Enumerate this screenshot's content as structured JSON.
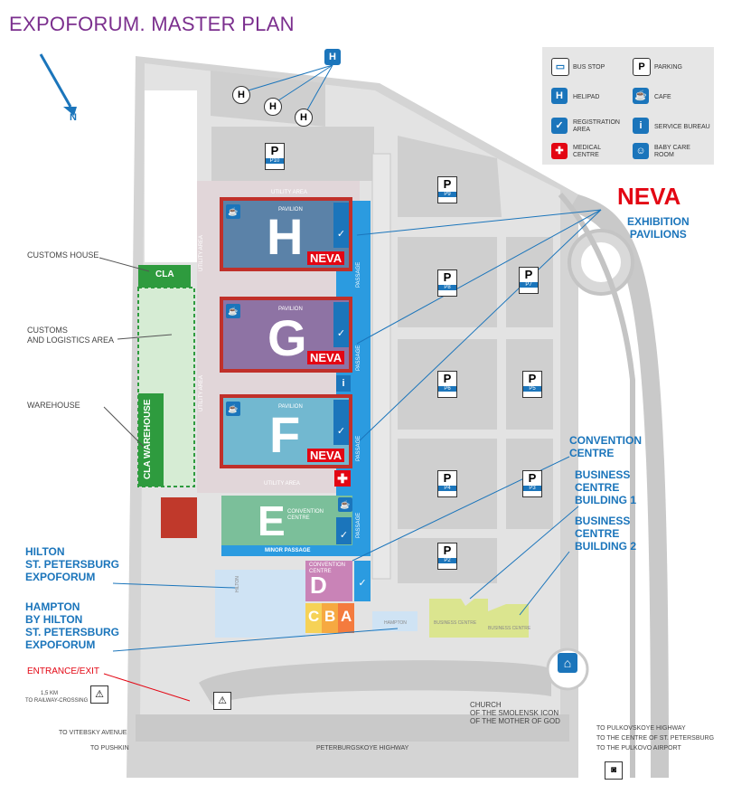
{
  "title": "EXPOFORUM. MASTER PLAN",
  "compass": {
    "letter": "N"
  },
  "legend": {
    "items": [
      {
        "icon": "bus-stop-icon",
        "label": "BUS STOP"
      },
      {
        "icon": "parking-icon",
        "glyph": "P",
        "label": "PARKING"
      },
      {
        "icon": "helipad-icon",
        "glyph": "H",
        "label": "HELIPAD"
      },
      {
        "icon": "cafe-icon",
        "label": "CAFE"
      },
      {
        "icon": "registration-icon",
        "glyph": "✓",
        "label1": "REGISTRATION",
        "label2": "AREA"
      },
      {
        "icon": "info-icon",
        "glyph": "i",
        "label": "SERVICE BUREAU"
      },
      {
        "icon": "medical-icon",
        "label1": "MEDICAL",
        "label2": "CENTRE"
      },
      {
        "icon": "baby-care-icon",
        "label1": "BABY CARE",
        "label2": "ROOM"
      }
    ]
  },
  "left_labels": {
    "customs_house": "CUSTOMS HOUSE",
    "customs_area_1": "CUSTOMS",
    "customs_area_2": "AND LOGISTICS AREA",
    "warehouse": "WAREHOUSE",
    "hilton_1": "HILTON",
    "hilton_2": "ST. PETERSBURG",
    "hilton_3": "EXPOFORUM",
    "hampton_1": "HAMPTON",
    "hampton_2": "BY HILTON",
    "hampton_3": "ST. PETERSBURG",
    "hampton_4": "EXPOFORUM",
    "entrance": "ENTRANCE/EXIT",
    "railway_km": "1,5 KM",
    "railway": "TO RAILWAY-CROSSING"
  },
  "right_labels": {
    "neva": "NEVA",
    "exhibition": "EXHIBITION",
    "pavilions": "PAVILIONS",
    "convention_1": "CONVENTION",
    "convention_2": "CENTRE",
    "bc1_1": "BUSINESS",
    "bc1_2": "CENTRE",
    "bc1_3": "BUILDING 1",
    "bc2_1": "BUSINESS",
    "bc2_2": "CENTRE",
    "bc2_3": "BUILDING 2",
    "church_1": "CHURCH",
    "church_2": "OF THE SMOLENSK ICON",
    "church_3": "OF THE MOTHER OF GOD"
  },
  "bottom_labels": {
    "vitebsky": "TO VITEBSKY AVENUE",
    "pushkin": "TO PUSHKIN",
    "highway": "PETERBURGSKOYE HIGHWAY",
    "pulkovskoye": "TO PULKOVSKOYE HIGHWAY",
    "centre": "TO THE CENTRE OF ST. PETERSBURG",
    "airport": "TO THE PULKOVO AIRPORT"
  },
  "map_text": {
    "utility_area": "UTILITY AREA",
    "passage": "PASSAGE",
    "minor_passage": "MINOR PASSAGE",
    "pavilion": "PAVILION",
    "convention_centre_1": "CONVENTION",
    "convention_centre_2": "CENTRE",
    "cla": "CLA",
    "cla_warehouse": "CLA WAREHOUSE",
    "hilton_small": "HILTON",
    "hampton_small": "HAMPTON",
    "business_centre_small": "BUSINESS CENTRE"
  },
  "pavilions": [
    {
      "letter": "H",
      "badge": "NEVA",
      "color": "#5b82a8"
    },
    {
      "letter": "G",
      "badge": "NEVA",
      "color": "#8e73a4"
    },
    {
      "letter": "F",
      "badge": "NEVA",
      "color": "#72b8d0"
    },
    {
      "letter": "E",
      "badge": "",
      "color": "#7bbf9a"
    }
  ],
  "convention": {
    "letter": "D",
    "small": [
      "C",
      "B",
      "A"
    ],
    "colors": [
      "#f6d257",
      "#f6a941",
      "#f47b3e"
    ],
    "d_color": "#c983b7"
  },
  "parking": [
    {
      "glyph": "P",
      "code": "P10"
    },
    {
      "glyph": "P",
      "code": "P9"
    },
    {
      "glyph": "P",
      "code": "P8"
    },
    {
      "glyph": "P",
      "code": "P7"
    },
    {
      "glyph": "P",
      "code": "P6"
    },
    {
      "glyph": "P",
      "code": "P5"
    },
    {
      "glyph": "P",
      "code": "P4"
    },
    {
      "glyph": "P",
      "code": "P3"
    },
    {
      "glyph": "P",
      "code": "P2"
    }
  ],
  "helipad_glyph": "H",
  "colors": {
    "accent_blue": "#1b75bb",
    "neva_red": "#e30613",
    "title_purple": "#7b2f8e",
    "passage_blue": "#2b9be0",
    "cla_green": "#2e9b3e",
    "road_grey": "#c9c9c9"
  }
}
